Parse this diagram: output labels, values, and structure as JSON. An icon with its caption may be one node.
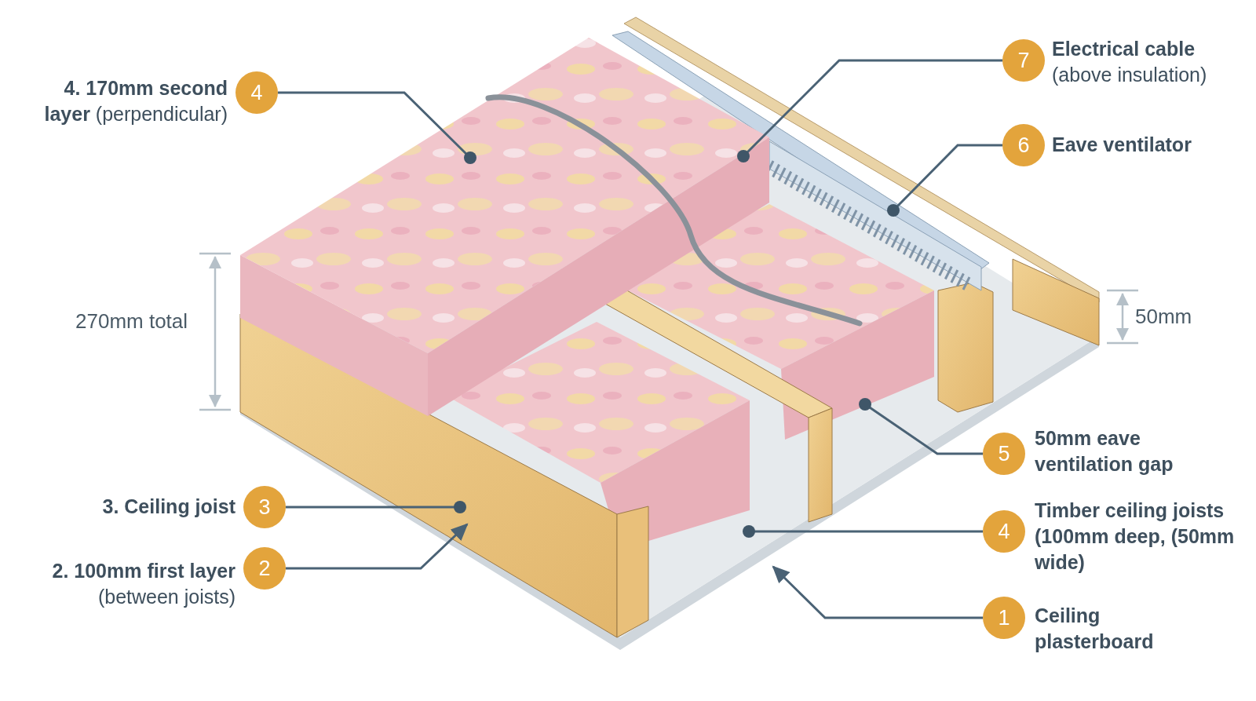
{
  "diagram": {
    "nodes": [
      {
        "text": [
          "4"
        ],
        "beside": [
          "**4. 170mm second layer** (perpendicular)"
        ]
      },
      {
        "text": [
          "7"
        ],
        "beside": [
          "**Electrical cable** (above insulation)"
        ]
      },
      {
        "text": [
          "6"
        ],
        "beside": [
          "**Eave ventilator**"
        ]
      },
      {
        "text": [
          "5"
        ],
        "beside": [
          "**50mm eave ventilation gap**"
        ]
      },
      {
        "text": [
          "3"
        ],
        "beside": [
          "**3. Ceiling joist**"
        ]
      },
      {
        "text": [
          "4"
        ],
        "beside": [
          "**Timber ceiling joists (100mm deep, (50mm wide)**"
        ]
      },
      {
        "text": [
          "2"
        ],
        "beside": [
          "**2. 100mm first layer** (between joists)"
        ]
      },
      {
        "text": [
          "1"
        ],
        "beside": [
          "**Ceiling plasterboard**"
        ]
      }
    ],
    "edges": [
      {
        "from": 0,
        "to": null,
        "arrow": "other"
      },
      {
        "from": 1,
        "to": null,
        "arrow": "other"
      },
      {
        "from": 2,
        "to": null,
        "arrow": "other"
      },
      {
        "from": 3,
        "to": null,
        "arrow": "other"
      },
      {
        "from": 4,
        "to": null,
        "arrow": "other"
      },
      {
        "from": 5,
        "to": null,
        "arrow": "other"
      },
      {
        "from": 6,
        "to": null,
        "arrow": "to"
      },
      {
        "from": 7,
        "to": null,
        "arrow": "to"
      }
    ],
    "labels": [
      "270mm total",
      "50mm"
    ]
  }
}
